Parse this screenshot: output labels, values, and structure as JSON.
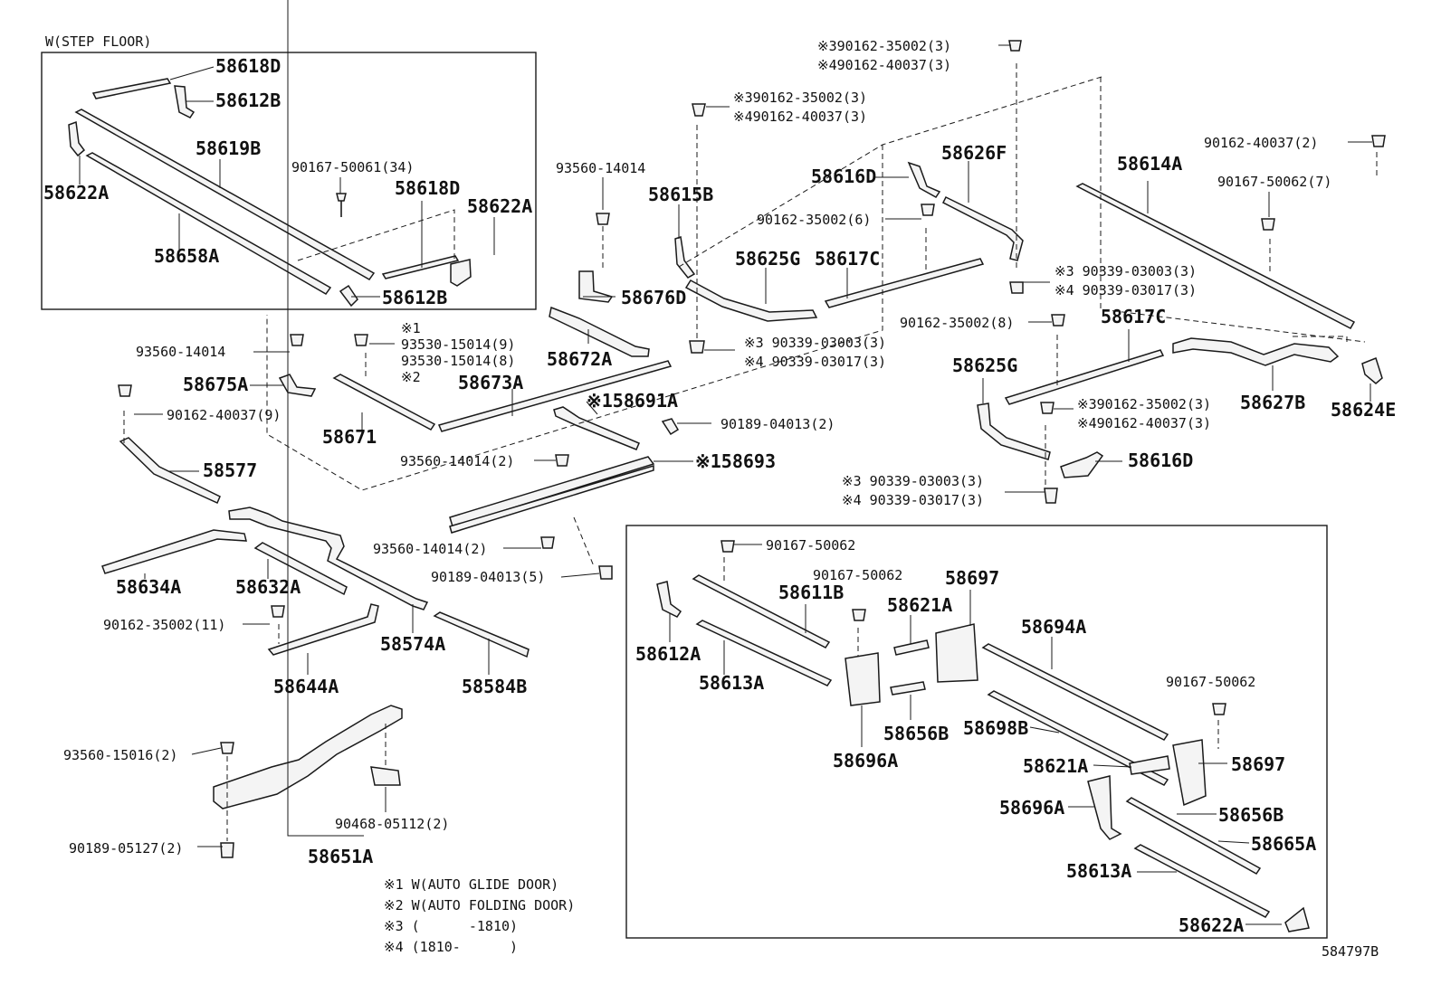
{
  "diagram_id": "584797B",
  "inset_title": "W(STEP FLOOR)",
  "callouts": {
    "c58618D_a": "58618D",
    "c58612B_a": "58612B",
    "c58619B": "58619B",
    "c90167_50061": "90167-50061(34)",
    "c58622A_left": "58622A",
    "c58618D_b": "58618D",
    "c58622A_right": "58622A",
    "c58658A": "58658A",
    "c58612B_b": "58612B",
    "c93560_14014_a": "93560-14014",
    "c58615B": "58615B",
    "c58676D": "58676D",
    "c58672A": "58672A",
    "c3_90162_35002_a": "※390162-35002(3)",
    "c4_90162_40037_a": "※490162-40037(3)",
    "c3_90162_35002_b": "※390162-35002(3)",
    "c4_90162_40037_b": "※490162-40037(3)",
    "c58616D_a": "58616D",
    "c58626F": "58626F",
    "c90162_35002_6": "90162-35002(6)",
    "c58625G_a": "58625G",
    "c58617C_a": "58617C",
    "c3_90339_03003_a": "※3 90339-03003(3)",
    "c4_90339_03017_a": "※4 90339-03017(3)",
    "c3_90339_03003_b": "※3 90339-03003(3)",
    "c4_90339_03017_b": "※4 90339-03017(3)",
    "c90162_40037_2": "90162-40037(2)",
    "c58614A": "58614A",
    "c90167_50062_7": "90167-50062(7)",
    "c90162_35002_8": "90162-35002(8)",
    "c58617C_b": "58617C",
    "c58625G_b": "58625G",
    "c3_90162_35002_c": "※390162-35002(3)",
    "c4_90162_40037_c": "※490162-40037(3)",
    "c58627B": "58627B",
    "c58624E": "58624E",
    "c58616D_b": "58616D",
    "c3_90339_03003_c": "※3 90339-03003(3)",
    "c4_90339_03017_c": "※4 90339-03017(3)",
    "c93560_14014_b": "93560-14014",
    "c58675A": "58675A",
    "c90162_40037_9": "90162-40037(9)",
    "c1": "※1",
    "c93530_15014_9": "93530-15014(9)",
    "c93530_15014_8": "93530-15014(8)",
    "c2": "※2",
    "c58673A": "58673A",
    "c58671": "58671",
    "c1_58691A": "※158691A",
    "c90189_04013_2": "90189-04013(2)",
    "c93560_14014_2a": "93560-14014(2)",
    "c1_58693": "※158693",
    "c58577": "58577",
    "c58634A": "58634A",
    "c58632A": "58632A",
    "c90162_35002_11": "90162-35002(11)",
    "c58574A": "58574A",
    "c58644A": "58644A",
    "c58584B": "58584B",
    "c93560_14014_2b": "93560-14014(2)",
    "c90189_04013_5": "90189-04013(5)",
    "c93560_15016_2": "93560-15016(2)",
    "c90468_05112_2": "90468-05112(2)",
    "c90189_05127_2": "90189-05127(2)",
    "c58651A": "58651A",
    "c90167_50062_a": "90167-50062",
    "c90167_50062_b": "90167-50062",
    "c58611B": "58611B",
    "c58621A_a": "58621A",
    "c58697_a": "58697",
    "c58694A": "58694A",
    "c58612A": "58612A",
    "c58613A_a": "58613A",
    "c58696A_a": "58696A",
    "c58656B_a": "58656B",
    "c58698B": "58698B",
    "c90167_50062_c": "90167-50062",
    "c58621A_b": "58621A",
    "c58697_b": "58697",
    "c58696A_b": "58696A",
    "c58656B_b": "58656B",
    "c58665A": "58665A",
    "c58613A_b": "58613A",
    "c58622A_c": "58622A"
  },
  "notes": [
    "※1 W(AUTO GLIDE DOOR)",
    "※2 W(AUTO FOLDING DOOR)",
    "※3 (      -1810)",
    "※4 (1810-      )"
  ]
}
